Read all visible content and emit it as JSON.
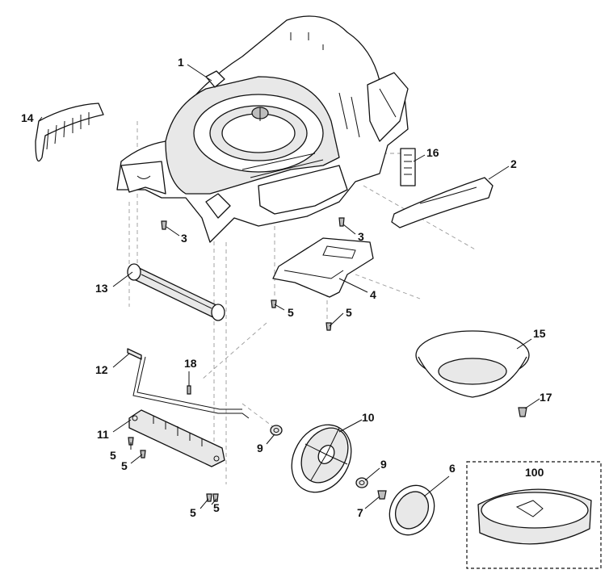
{
  "callouts": {
    "c1": "1",
    "c2": "2",
    "c3a": "3",
    "c3b": "3",
    "c4": "4",
    "c5a": "5",
    "c5b": "5",
    "c5c": "5",
    "c5d": "5",
    "c5e": "5",
    "c5f": "5",
    "c6": "6",
    "c7": "7",
    "c9a": "9",
    "c9b": "9",
    "c10": "10",
    "c11": "11",
    "c12": "12",
    "c13": "13",
    "c14": "14",
    "c15": "15",
    "c16": "16",
    "c17": "17",
    "c18": "18",
    "c100": "100"
  }
}
